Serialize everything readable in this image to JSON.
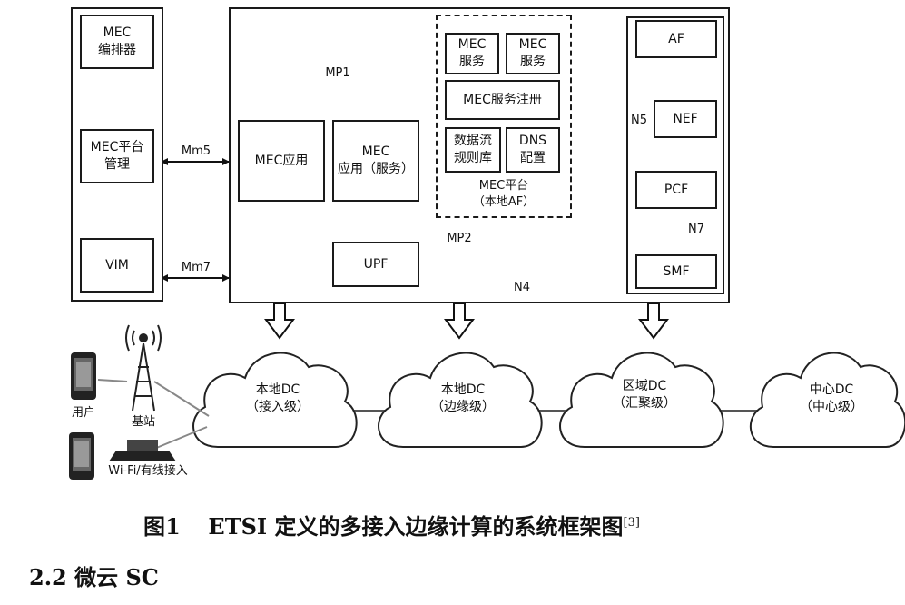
{
  "left_panel": {
    "orchestrator": "MEC\n编排器",
    "platform_mgmt": "MEC平台\n管理",
    "vim": "VIM"
  },
  "host": {
    "mec_app": "MEC应用",
    "mec_app_service": "MEC\n应用（服务）",
    "upf": "UPF",
    "mec_service_1": "MEC\n服务",
    "mec_service_2": "MEC\n服务",
    "mec_service_registry": "MEC服务注册",
    "traffic_rules": "数据流\n规则库",
    "dns_config": "DNS\n配置",
    "platform_label": "MEC平台\n（本地AF）"
  },
  "core": {
    "af": "AF",
    "nef": "NEF",
    "pcf": "PCF",
    "smf": "SMF"
  },
  "interfaces": {
    "mp1": "MP1",
    "mp2": "MP2",
    "mm5": "Mm5",
    "mm7": "Mm7",
    "n4": "N4",
    "n5": "N5",
    "n7": "N7"
  },
  "access": {
    "user": "用户",
    "base_station": "基站",
    "wifi": "Wi-Fi/有线接入"
  },
  "clouds": [
    {
      "label": "本地DC\n（接入级）"
    },
    {
      "label": "本地DC\n（边缘级）"
    },
    {
      "label": "区域DC\n（汇聚级）"
    },
    {
      "label": "中心DC\n（中心级）"
    }
  ],
  "caption": {
    "figure": "图1",
    "text": "ETSI 定义的多接入边缘计算的系统框架图",
    "ref": "[3]"
  },
  "section_heading": "2.2 微云 SC"
}
